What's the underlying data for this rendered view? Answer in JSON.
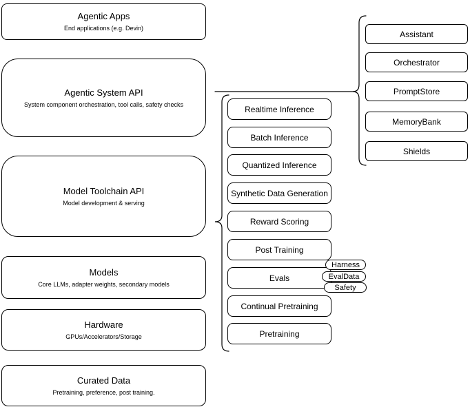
{
  "left": [
    {
      "title": "Agentic Apps",
      "subtitle": "End applications (e.g. Devin)"
    },
    {
      "title": "Agentic System API",
      "subtitle": "System component orchestration, tool calls, safety checks"
    },
    {
      "title": "Model Toolchain API",
      "subtitle": "Model development & serving"
    },
    {
      "title": "Models",
      "subtitle": "Core LLMs, adapter weights, secondary models"
    },
    {
      "title": "Hardware",
      "subtitle": "GPUs/Accelerators/Storage"
    },
    {
      "title": "Curated Data",
      "subtitle": "Pretraining, preference, post training."
    }
  ],
  "middle": [
    {
      "label": "Realtime Inference"
    },
    {
      "label": "Batch Inference"
    },
    {
      "label": "Quantized Inference"
    },
    {
      "label": "Synthetic Data Generation"
    },
    {
      "label": "Reward Scoring"
    },
    {
      "label": "Post Training"
    },
    {
      "label": "Evals"
    },
    {
      "label": "Continual Pretraining"
    },
    {
      "label": "Pretraining"
    }
  ],
  "pills": [
    {
      "label": "Harness"
    },
    {
      "label": "EvalData"
    },
    {
      "label": "Safety"
    }
  ],
  "right": [
    {
      "label": "Assistant"
    },
    {
      "label": "Orchestrator"
    },
    {
      "label": "PromptStore"
    },
    {
      "label": "MemoryBank"
    },
    {
      "label": "Shields"
    }
  ],
  "colors": {
    "stroke": "#000000",
    "background": "#ffffff",
    "text": "#000000"
  }
}
